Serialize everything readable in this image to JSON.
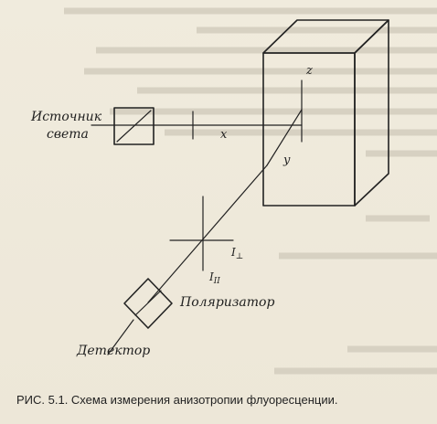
{
  "labels": {
    "source": "Источник",
    "source2": "света",
    "detector": "Детектор",
    "polarizer": "Поляризатор",
    "axis_x": "x",
    "axis_y": "y",
    "axis_z": "z",
    "i_perp_main": "I",
    "i_perp_sub": "⊥",
    "i_par_main": "I",
    "i_par_sub": "II"
  },
  "caption": "РИС. 5.1. Схема измерения анизотропии флуоресценции."
}
